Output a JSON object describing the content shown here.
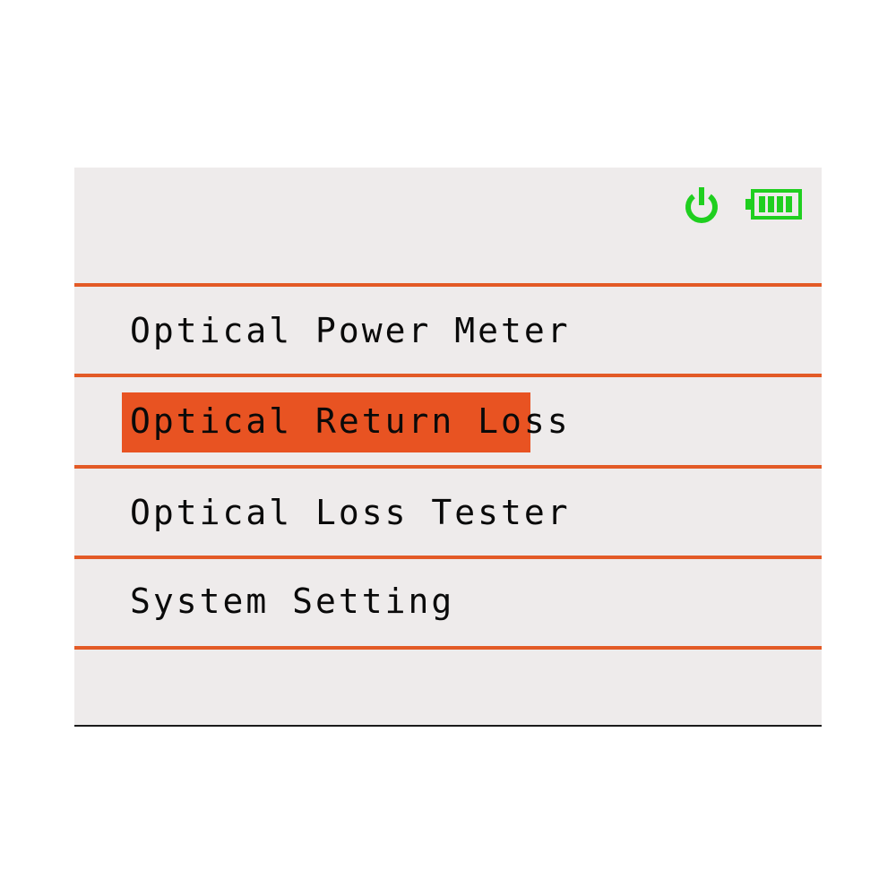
{
  "status_bar": {
    "power_icon": "power-icon",
    "battery_icon": "battery-full-icon",
    "icon_color": "#1fcf1f"
  },
  "menu": {
    "accent_color": "#e35a26",
    "selected_index": 1,
    "items": [
      {
        "label": "Optical Power Meter"
      },
      {
        "label": "Optical Return Loss"
      },
      {
        "label": "Optical Loss Tester"
      },
      {
        "label": "System Setting"
      }
    ]
  }
}
